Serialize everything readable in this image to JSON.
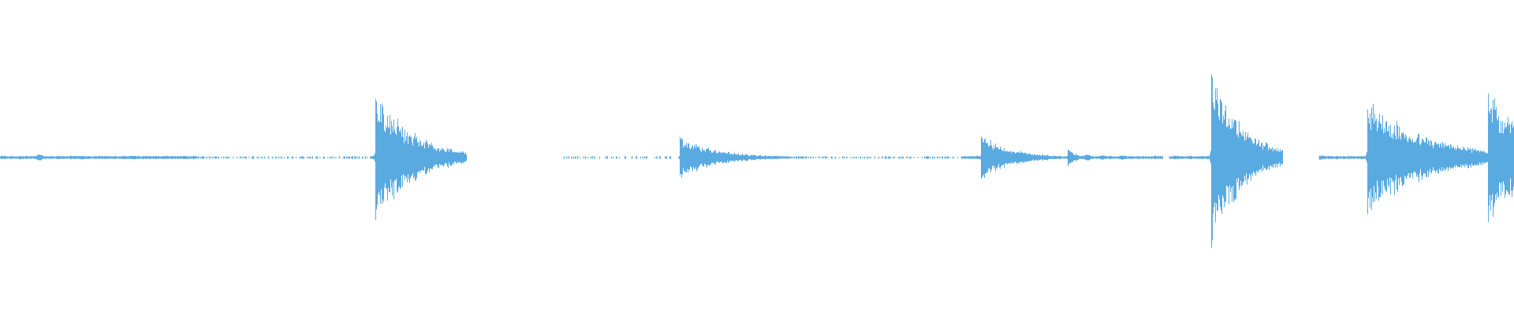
{
  "waveform": {
    "color": "#5aaae2",
    "background": "#ffffff",
    "baseline_thickness": "thin",
    "gaps": [
      {
        "start": 0.308,
        "end": 0.372
      },
      {
        "start": 0.847,
        "end": 0.871
      }
    ],
    "baseline_segments": [
      {
        "start": 0.0,
        "end": 0.13,
        "style": "solid"
      },
      {
        "start": 0.13,
        "end": 0.245,
        "style": "dotted"
      },
      {
        "start": 0.245,
        "end": 0.308,
        "style": "solid"
      },
      {
        "start": 0.372,
        "end": 0.392,
        "style": "dotted"
      },
      {
        "start": 0.392,
        "end": 0.45,
        "style": "sparse"
      },
      {
        "start": 0.45,
        "end": 0.52,
        "style": "solid"
      },
      {
        "start": 0.52,
        "end": 0.635,
        "style": "dotted"
      },
      {
        "start": 0.635,
        "end": 0.768,
        "style": "solid"
      },
      {
        "start": 0.772,
        "end": 0.847,
        "style": "solid"
      },
      {
        "start": 0.871,
        "end": 1.0,
        "style": "solid"
      }
    ],
    "transients": [
      {
        "t": 0.248,
        "amp": 0.45,
        "decay": 0.025
      },
      {
        "t": 0.449,
        "amp": 0.14,
        "decay": 0.025
      },
      {
        "t": 0.648,
        "amp": 0.16,
        "decay": 0.02
      },
      {
        "t": 0.705,
        "amp": 0.06,
        "decay": 0.006
      },
      {
        "t": 0.8,
        "amp": 0.62,
        "decay": 0.02
      },
      {
        "t": 0.903,
        "amp": 0.39,
        "decay": 0.04
      },
      {
        "t": 0.983,
        "amp": 0.44,
        "decay": 0.03
      }
    ],
    "small_bumps": [
      {
        "t": 0.026,
        "amp": 0.02
      },
      {
        "t": 0.054,
        "amp": 0.012
      },
      {
        "t": 0.088,
        "amp": 0.012
      },
      {
        "t": 0.109,
        "amp": 0.01
      },
      {
        "t": 0.683,
        "amp": 0.014
      },
      {
        "t": 0.718,
        "amp": 0.02
      },
      {
        "t": 0.728,
        "amp": 0.014
      },
      {
        "t": 0.741,
        "amp": 0.014
      },
      {
        "t": 0.776,
        "amp": 0.012
      }
    ]
  }
}
